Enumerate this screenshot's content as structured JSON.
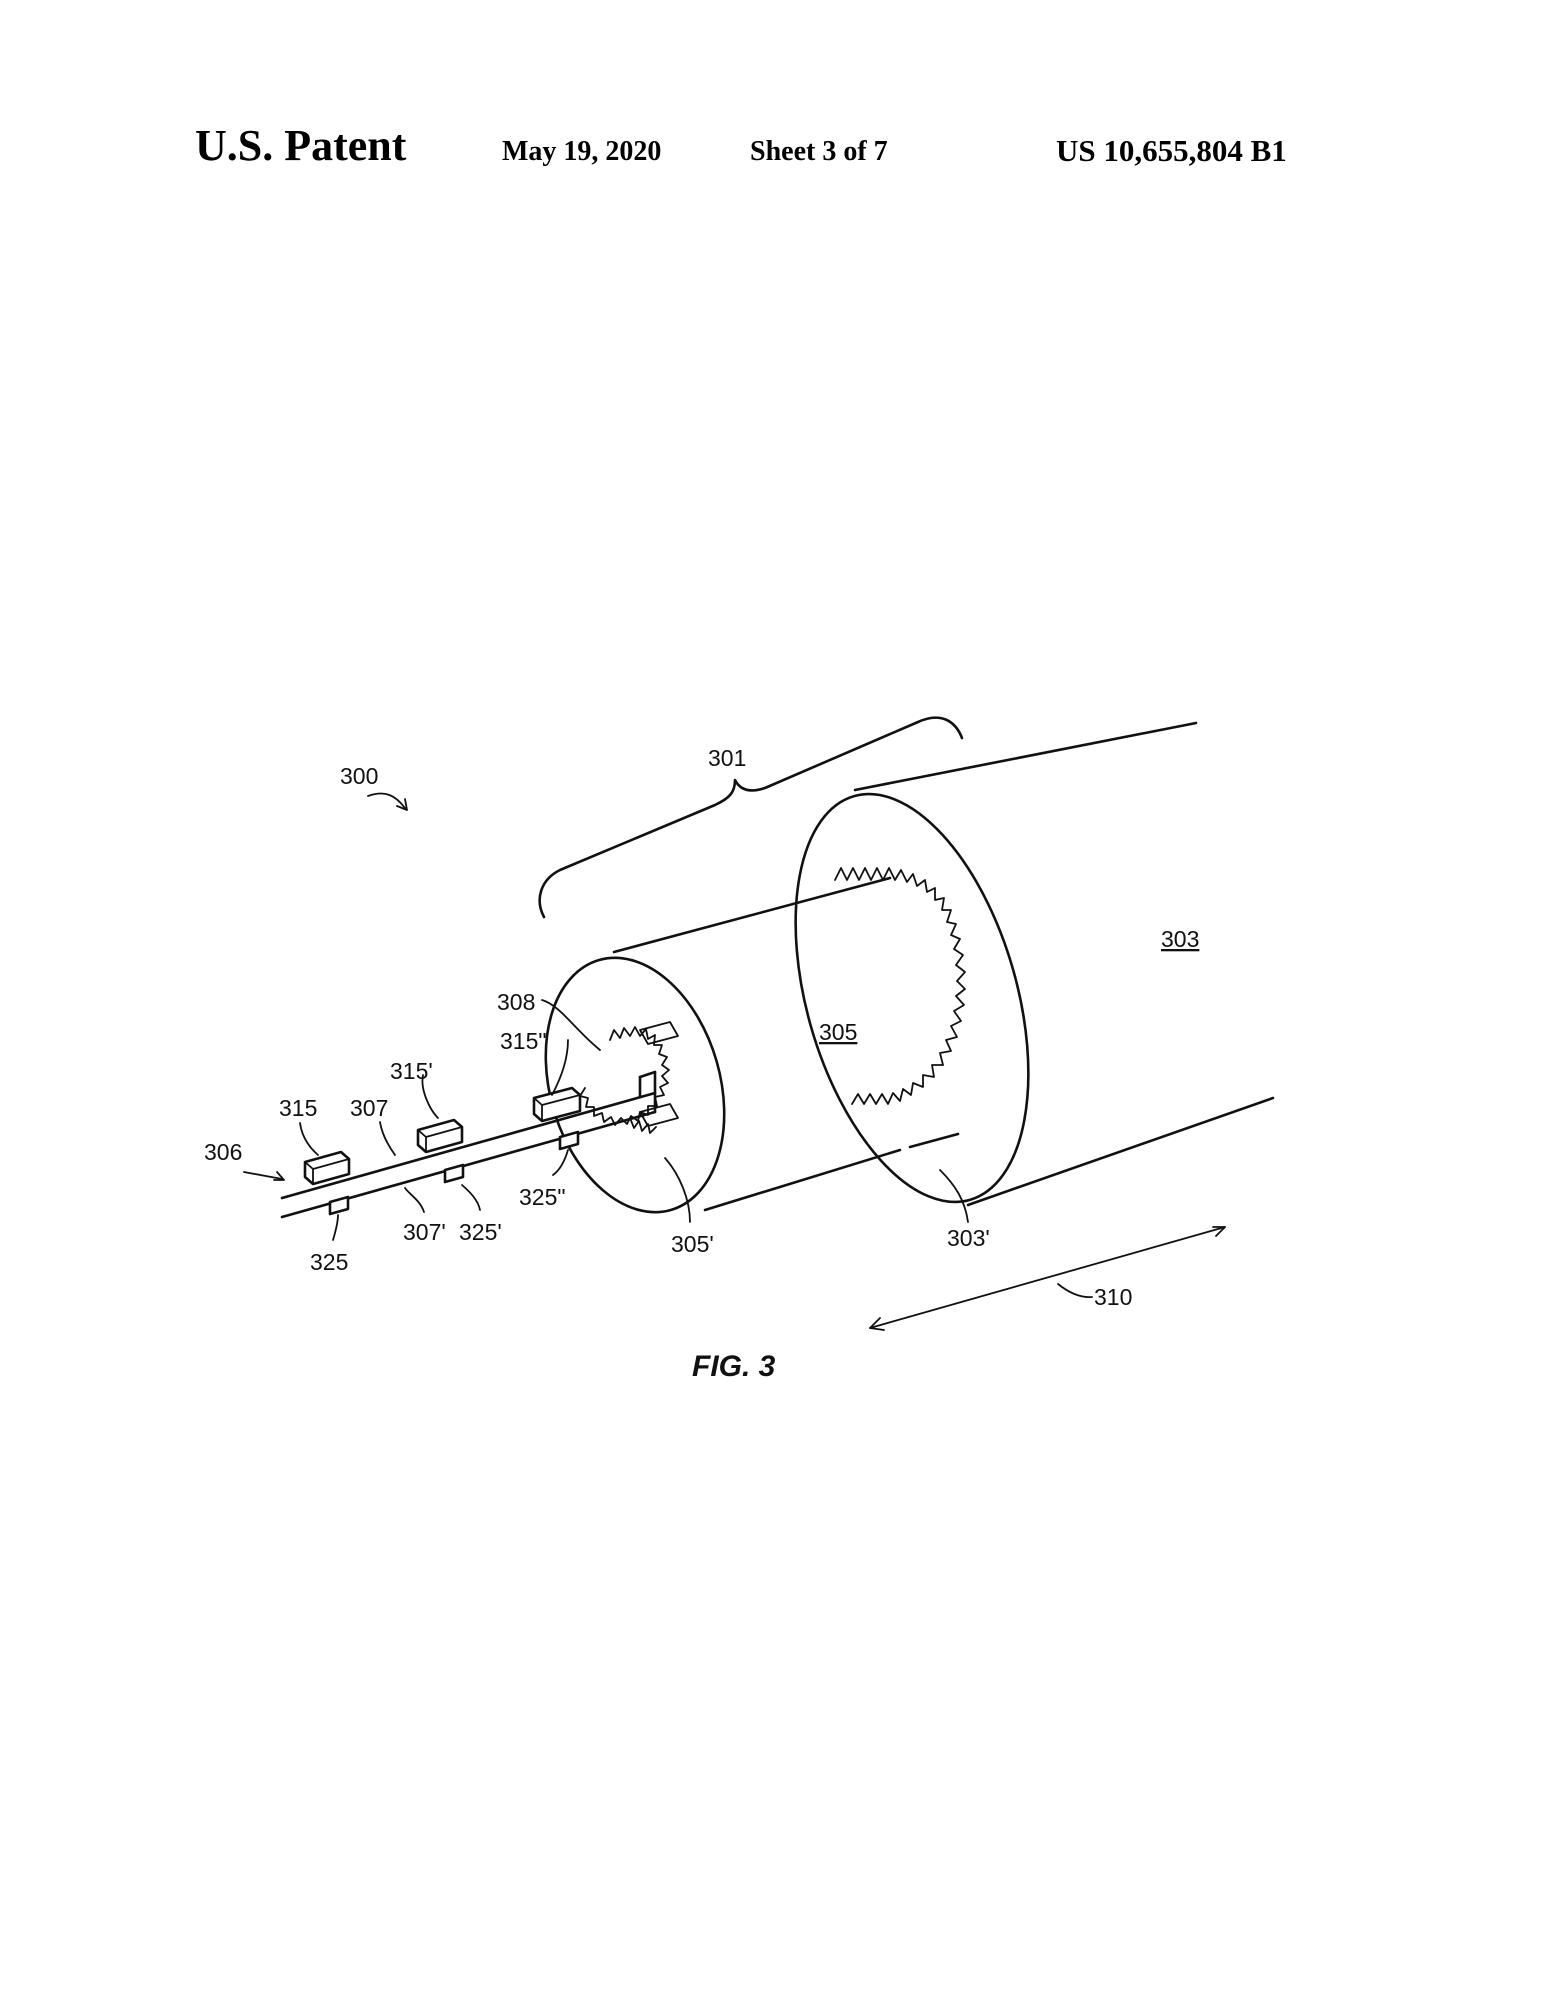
{
  "header": {
    "left": "U.S. Patent",
    "date": "May 19, 2020",
    "sheet": "Sheet 3 of 7",
    "patent_number": "US 10,655,804 B1"
  },
  "figure": {
    "caption": "FIG. 3",
    "labels": {
      "l300": "300",
      "l301": "301",
      "l303": "303",
      "l303p": "303'",
      "l305": "305",
      "l305p": "305'",
      "l306": "306",
      "l307": "307",
      "l307p": "307'",
      "l308": "308",
      "l310": "310",
      "l315": "315",
      "l315p": "315'",
      "l315pp": "315\"",
      "l325": "325",
      "l325p": "325'",
      "l325pp": "325\""
    }
  }
}
